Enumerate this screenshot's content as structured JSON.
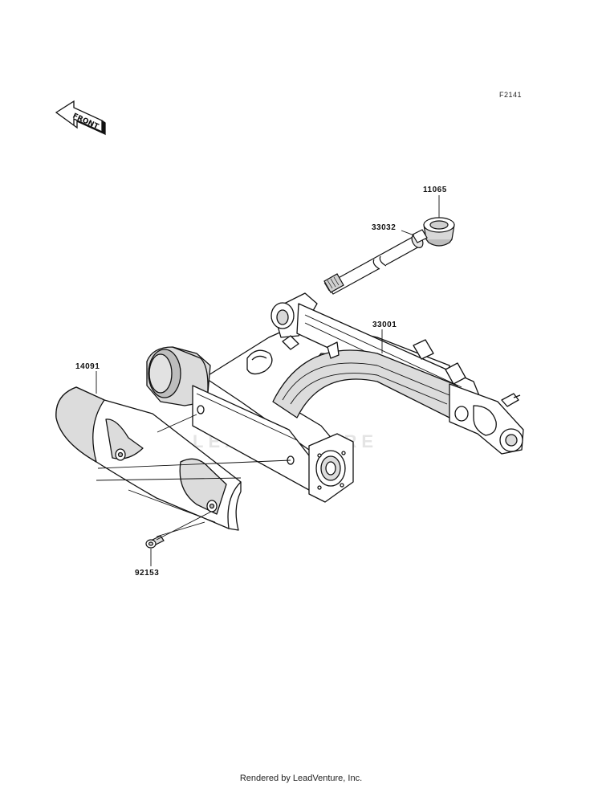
{
  "figure_code": "F2141",
  "front_label": "FRONT",
  "watermark": "LEADVENTURE",
  "parts": [
    {
      "number": "11065"
    },
    {
      "number": "33032"
    },
    {
      "number": "33001"
    },
    {
      "number": "14091"
    },
    {
      "number": "92153"
    }
  ],
  "footer": "Rendered by LeadVenture, Inc.",
  "colors": {
    "line": "#111111",
    "shade": "#dcdcdc",
    "dark_shade": "#bdbdbd"
  }
}
